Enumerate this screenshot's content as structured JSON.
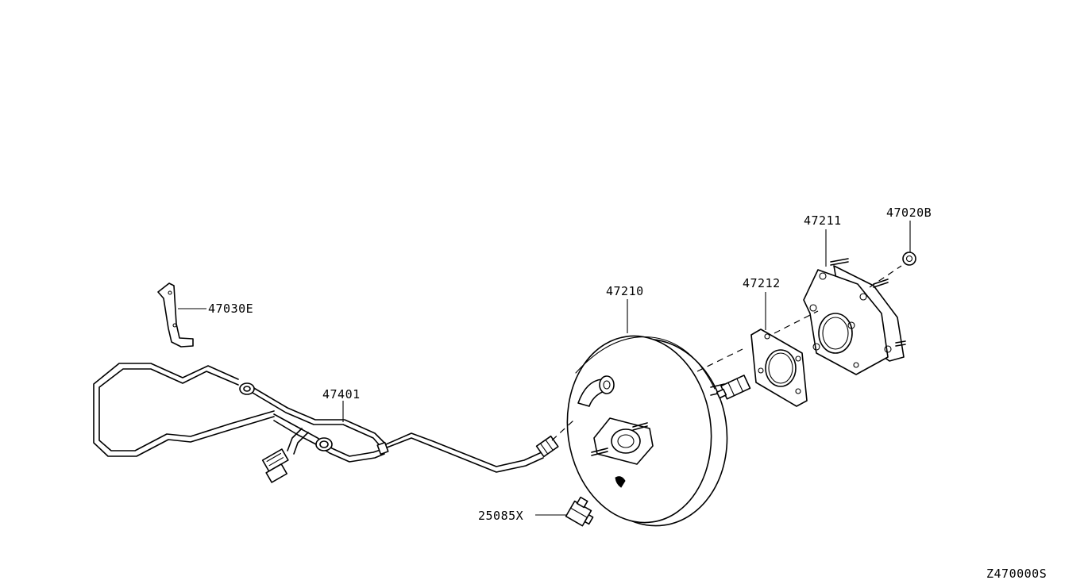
{
  "diagram": {
    "parts": [
      {
        "id": "bracket",
        "label": "47030E"
      },
      {
        "id": "hose",
        "label": "47401"
      },
      {
        "id": "booster",
        "label": "47210"
      },
      {
        "id": "gasket",
        "label": "47212"
      },
      {
        "id": "plate",
        "label": "47211"
      },
      {
        "id": "nut",
        "label": "47020B"
      },
      {
        "id": "valve",
        "label": "25085X"
      }
    ],
    "figure_code": "Z470000S"
  }
}
